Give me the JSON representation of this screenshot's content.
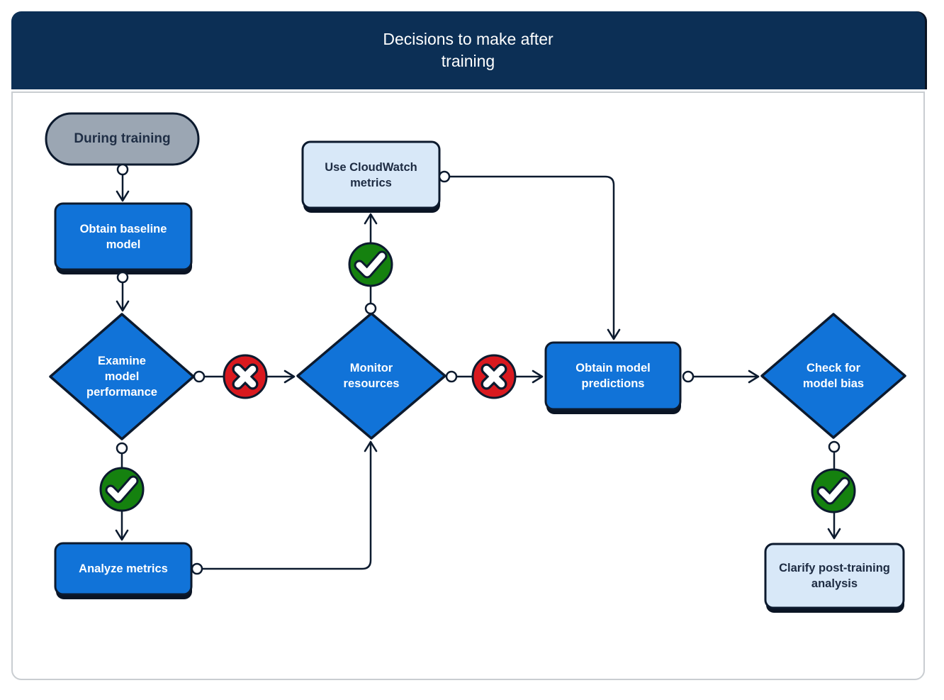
{
  "header": {
    "title": "Decisions to make after\ntraining"
  },
  "nodes": {
    "during_training": {
      "label": "During training",
      "type": "start"
    },
    "obtain_baseline_model": {
      "label": "Obtain baseline\nmodel",
      "type": "process"
    },
    "examine_model_performance": {
      "label": "Examine\nmodel\nperformance",
      "type": "decision"
    },
    "analyze_metrics": {
      "label": "Analyze metrics",
      "type": "process"
    },
    "use_cloudwatch_metrics": {
      "label": "Use CloudWatch\nmetrics",
      "type": "output"
    },
    "monitor_resources": {
      "label": "Monitor\nresources",
      "type": "decision"
    },
    "obtain_model_predictions": {
      "label": "Obtain model\npredictions",
      "type": "process"
    },
    "check_for_model_bias": {
      "label": "Check for\nmodel bias",
      "type": "decision"
    },
    "clarify_post_training_analysis": {
      "label": "Clarify post-training\nanalysis",
      "type": "output"
    }
  },
  "badges": {
    "success": {
      "icon": "check-icon",
      "color": "#15810f"
    },
    "failure": {
      "icon": "x-icon",
      "color": "#d9191f"
    }
  },
  "edges": [
    {
      "from": "during_training",
      "to": "obtain_baseline_model"
    },
    {
      "from": "obtain_baseline_model",
      "to": "examine_model_performance"
    },
    {
      "from": "examine_model_performance",
      "to": "monitor_resources",
      "badge": "failure"
    },
    {
      "from": "examine_model_performance",
      "to": "analyze_metrics",
      "badge": "success"
    },
    {
      "from": "analyze_metrics",
      "to": "monitor_resources"
    },
    {
      "from": "monitor_resources",
      "to": "use_cloudwatch_metrics",
      "badge": "success"
    },
    {
      "from": "use_cloudwatch_metrics",
      "to": "obtain_model_predictions"
    },
    {
      "from": "monitor_resources",
      "to": "obtain_model_predictions",
      "badge": "failure"
    },
    {
      "from": "obtain_model_predictions",
      "to": "check_for_model_bias"
    },
    {
      "from": "check_for_model_bias",
      "to": "clarify_post_training_analysis",
      "badge": "success"
    }
  ],
  "colors": {
    "header_bg": "#0c2f55",
    "node_blue": "#1173d8",
    "node_light_blue": "#d8e8f8",
    "start_gray": "#9ba6b3",
    "outline_dark": "#0c1a2e",
    "success_green": "#15810f",
    "fail_red": "#d9191f",
    "text_dark": "#1d2b42",
    "text_light": "#ffffff",
    "card_border": "#c9cdd1"
  }
}
